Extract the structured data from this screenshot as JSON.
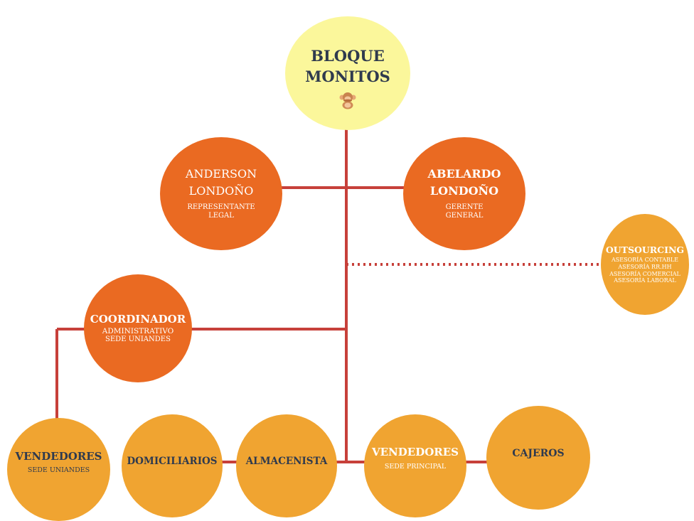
{
  "colors": {
    "line": "#c7403a",
    "root_fill": "#fbf79b",
    "executive_fill": "#ea6a22",
    "staff_fill": "#f0a431",
    "text_dark": "#2f3a4e",
    "text_light": "#ffffff"
  },
  "root": {
    "title_line1": "BLOQUE",
    "title_line2": "MONITOS",
    "icon": "monkey-icon"
  },
  "representante": {
    "name_line1": "ANDERSON",
    "name_line2": "LONDOÑO",
    "role_line1": "REPRESENTANTE",
    "role_line2": "LEGAL"
  },
  "gerente": {
    "name_line1": "ABELARDO",
    "name_line2": "LONDOÑO",
    "role_line1": "GERENTE",
    "role_line2": "GENERAL"
  },
  "outsourcing": {
    "title": "OUTSOURCING",
    "items": [
      "ASESORÍA CONTABLE",
      "ASESORÍA RR.HH",
      "ASESORÍA COMERCIAL",
      "ASESORÍA LABORAL"
    ]
  },
  "coordinador": {
    "title": "COORDINADOR",
    "line2": "ADMINISTRATIVO",
    "line3": "SEDE UNIANDES"
  },
  "vendedores_uniandes": {
    "title": "VENDEDORES",
    "subtitle": "SEDE UNIANDES"
  },
  "domiciliarios": {
    "title": "DOMICILIARIOS"
  },
  "almacenista": {
    "title": "ALMACENISTA"
  },
  "vendedores_principal": {
    "title": "VENDEDORES",
    "subtitle": "SEDE PRINCIPAL"
  },
  "cajeros": {
    "title": "CAJEROS"
  }
}
